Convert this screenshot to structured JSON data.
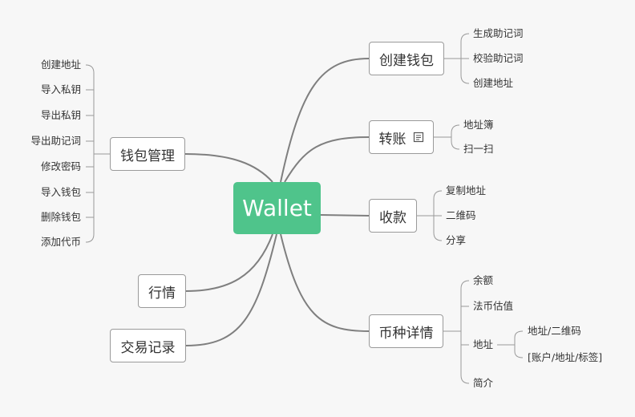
{
  "root": {
    "label": "Wallet"
  },
  "branches": {
    "create_wallet": {
      "label": "创建钱包",
      "children": [
        "生成助记词",
        "校验助记词",
        "创建地址"
      ]
    },
    "transfer": {
      "label": "转账",
      "children": [
        "地址簿",
        "扫一扫"
      ]
    },
    "receive": {
      "label": "收款",
      "children": [
        "复制地址",
        "二维码",
        "分享"
      ]
    },
    "coin_detail": {
      "label": "币种详情",
      "children": [
        "余额",
        "法币估值",
        "地址",
        "简介"
      ],
      "address_children": [
        "地址/二维码",
        "[账户/地址/标签]"
      ]
    },
    "wallet_manage": {
      "label": "钱包管理",
      "children": [
        "创建地址",
        "导入私钥",
        "导出私钥",
        "导出助记词",
        "修改密码",
        "导入钱包",
        "删除钱包",
        "添加代币"
      ]
    },
    "market": {
      "label": "行情"
    },
    "tx_history": {
      "label": "交易记录"
    }
  },
  "icons": {
    "note": "note-icon"
  },
  "colors": {
    "root": "#4fc48b",
    "line": "#7f7f7f"
  }
}
